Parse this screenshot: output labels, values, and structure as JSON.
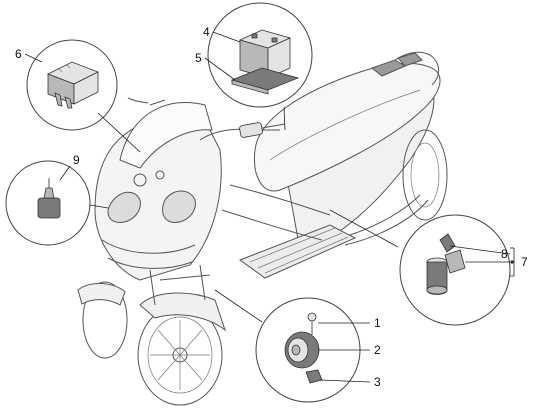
{
  "callouts": {
    "n1": "1",
    "n2": "2",
    "n3": "3",
    "n4": "4",
    "n5": "5",
    "n6": "6",
    "n7": "7",
    "n8": "8",
    "n9": "9"
  },
  "icons": [
    "scooter-illustration",
    "relay-icon",
    "battery-icon",
    "horn-icon",
    "bolt-icon",
    "bracket-icon",
    "sensor-icon",
    "switch-icon"
  ]
}
